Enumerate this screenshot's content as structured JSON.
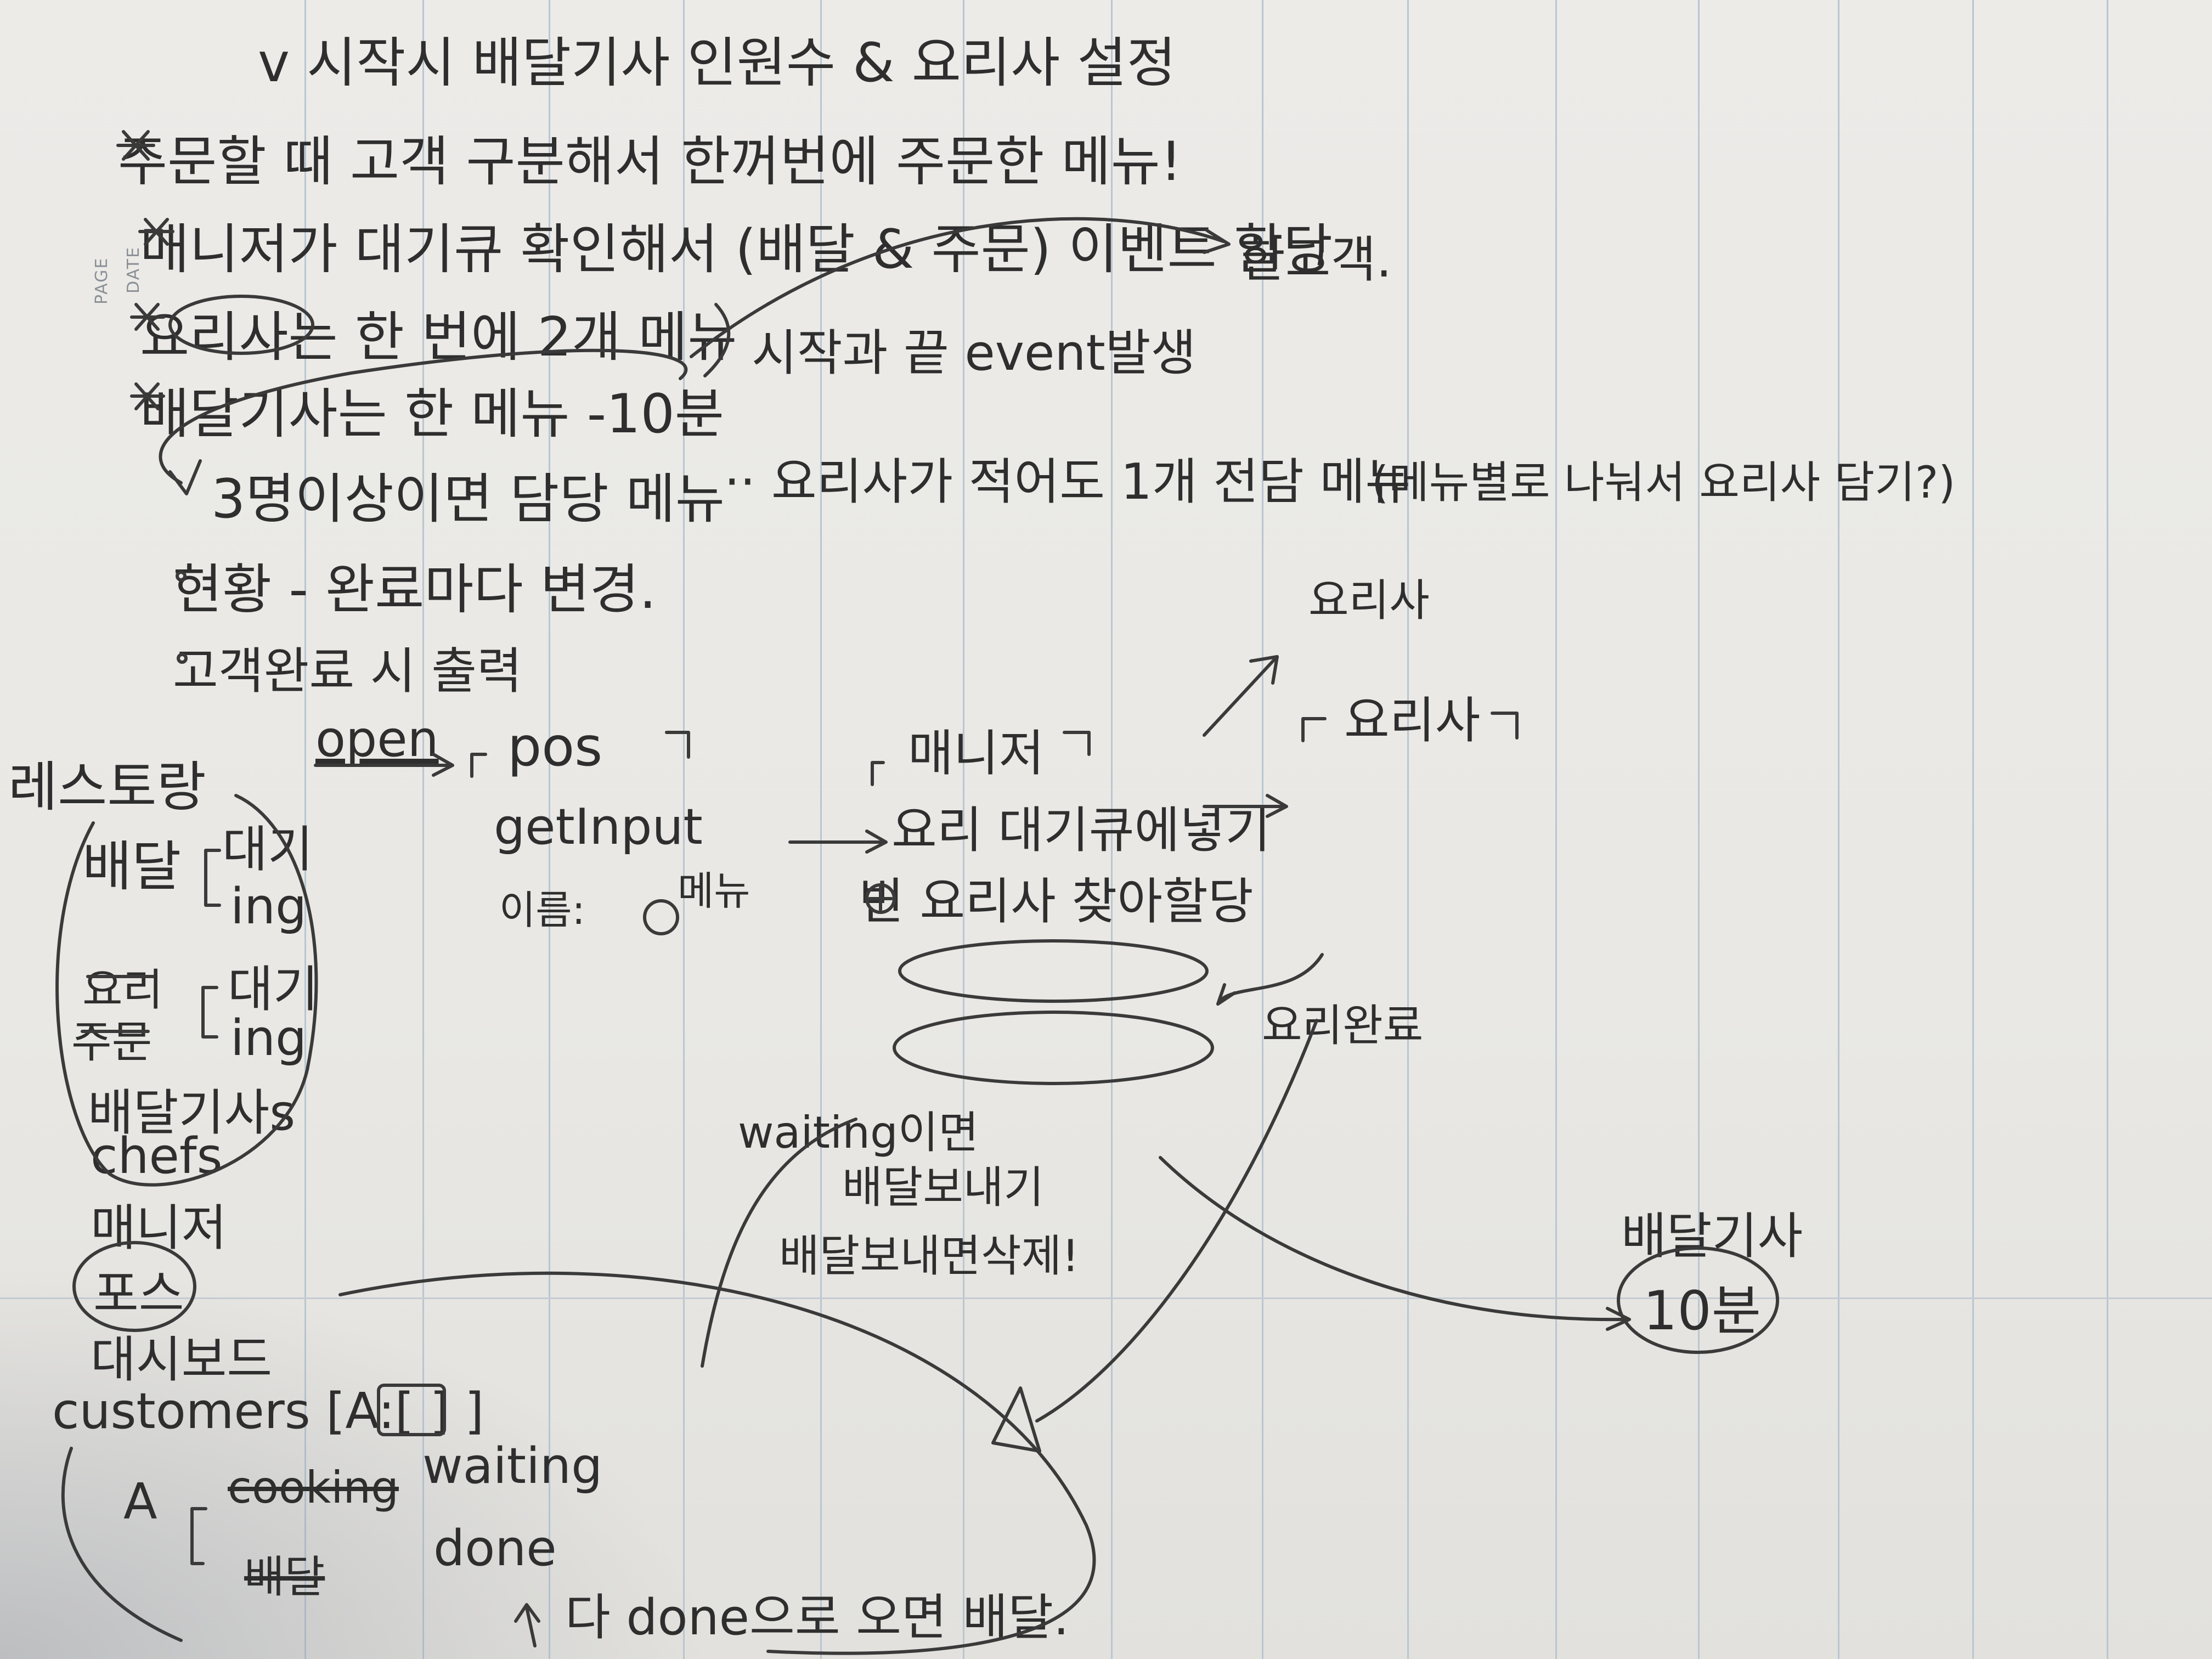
{
  "page_labels": {
    "page": "PAGE",
    "date": "DATE"
  },
  "notes": {
    "title": "v 시작시 배달기사 인원수 & 요리사 설정",
    "l1": "주문할 때 고객 구분해서 한꺼번에 주문한 메뉴!",
    "l2": "매니저가 대기큐 확인해서 (배달 & 주문) 이벤트 할당",
    "l2_right": "한고객.",
    "l3": "요리사는 한 번에 2개 메뉴",
    "l3_right": "시작과 끝 event발생",
    "l4": "배달기사는 한 메뉴 -10분",
    "l5": "3명이상이면 담당 메뉴",
    "l5_mid": "··  요리사가 적어도 1개 전담 메뉴",
    "l5_right": "(메뉴별로 나눠서 요리사 담기?)",
    "l6": "현황 - 완료마다 변경.",
    "l7": "고객완료 시 출력"
  },
  "left_list": {
    "restaurant": "레스토랑",
    "delivery": "배달",
    "delivery_wait": "대기",
    "delivery_ing": "ing",
    "cook_order_1": "요리",
    "cook_order_2": "주문",
    "cook_wait": "대기",
    "cook_ing": "ing",
    "drivers": "배달기사s",
    "chefs": "chefs",
    "manager": "매니저",
    "pos": "포스",
    "dashboard": "대시보드",
    "customers": "customers [A:[ ] ]",
    "a_label": "A",
    "a_cooking_struck": "cooking",
    "a_waiting": "waiting",
    "a_struck2": "배달",
    "a_done": "done",
    "bottom_note": "다 done으로 오면 배달."
  },
  "flow": {
    "open": "open",
    "pos": "pos",
    "getinput": "getInput",
    "name_label": "이름:",
    "menu_label": "메뉴",
    "manager": "매니저",
    "enqueue": "요리 대기큐에넣기",
    "assign": "빈 요리사 찾아할당",
    "chef_top": "요리사",
    "chef_mid": "요리사",
    "cook_done": "요리완료",
    "waiting_note_1": "waiting이면",
    "waiting_note_2": "배달보내기",
    "waiting_note_3": "배달보내면삭제!",
    "driver": "배달기사",
    "driver_time": "10분"
  }
}
